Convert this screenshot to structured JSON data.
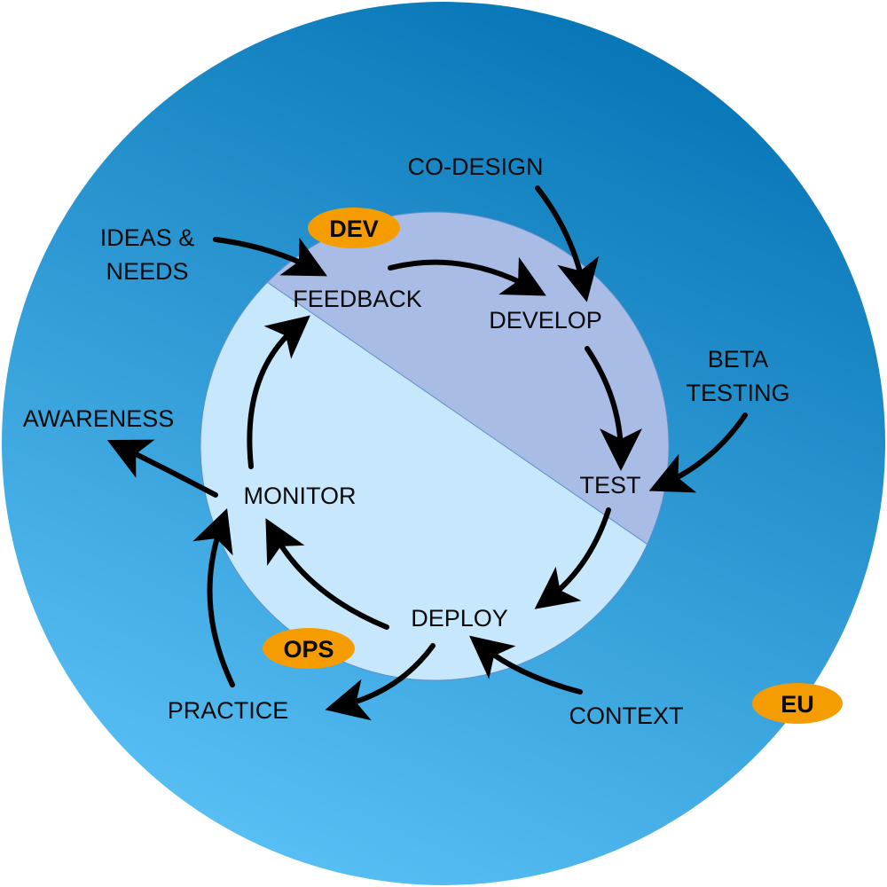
{
  "colors": {
    "outer_top": "#0473b4",
    "outer_bottom": "#5ac1f6",
    "dev_zone": "#a9bce6",
    "ops_zone": "#c7e8fc",
    "badge": "#f59d00",
    "arrow": "#000000"
  },
  "badges": {
    "dev": "DEV",
    "ops": "OPS",
    "eu": "EU"
  },
  "cycle": {
    "feedback": "FEEDBACK",
    "develop": "DEVELOP",
    "test": "TEST",
    "deploy": "DEPLOY",
    "monitor": "MONITOR"
  },
  "inputs": {
    "co_design": "CO-DESIGN",
    "ideas_needs_line1": "IDEAS &",
    "ideas_needs_line2": "NEEDS",
    "beta_testing_line1": "BETA",
    "beta_testing_line2": "TESTING",
    "context": "CONTEXT"
  },
  "outputs": {
    "awareness": "AWARENESS",
    "practice": "PRACTICE"
  }
}
